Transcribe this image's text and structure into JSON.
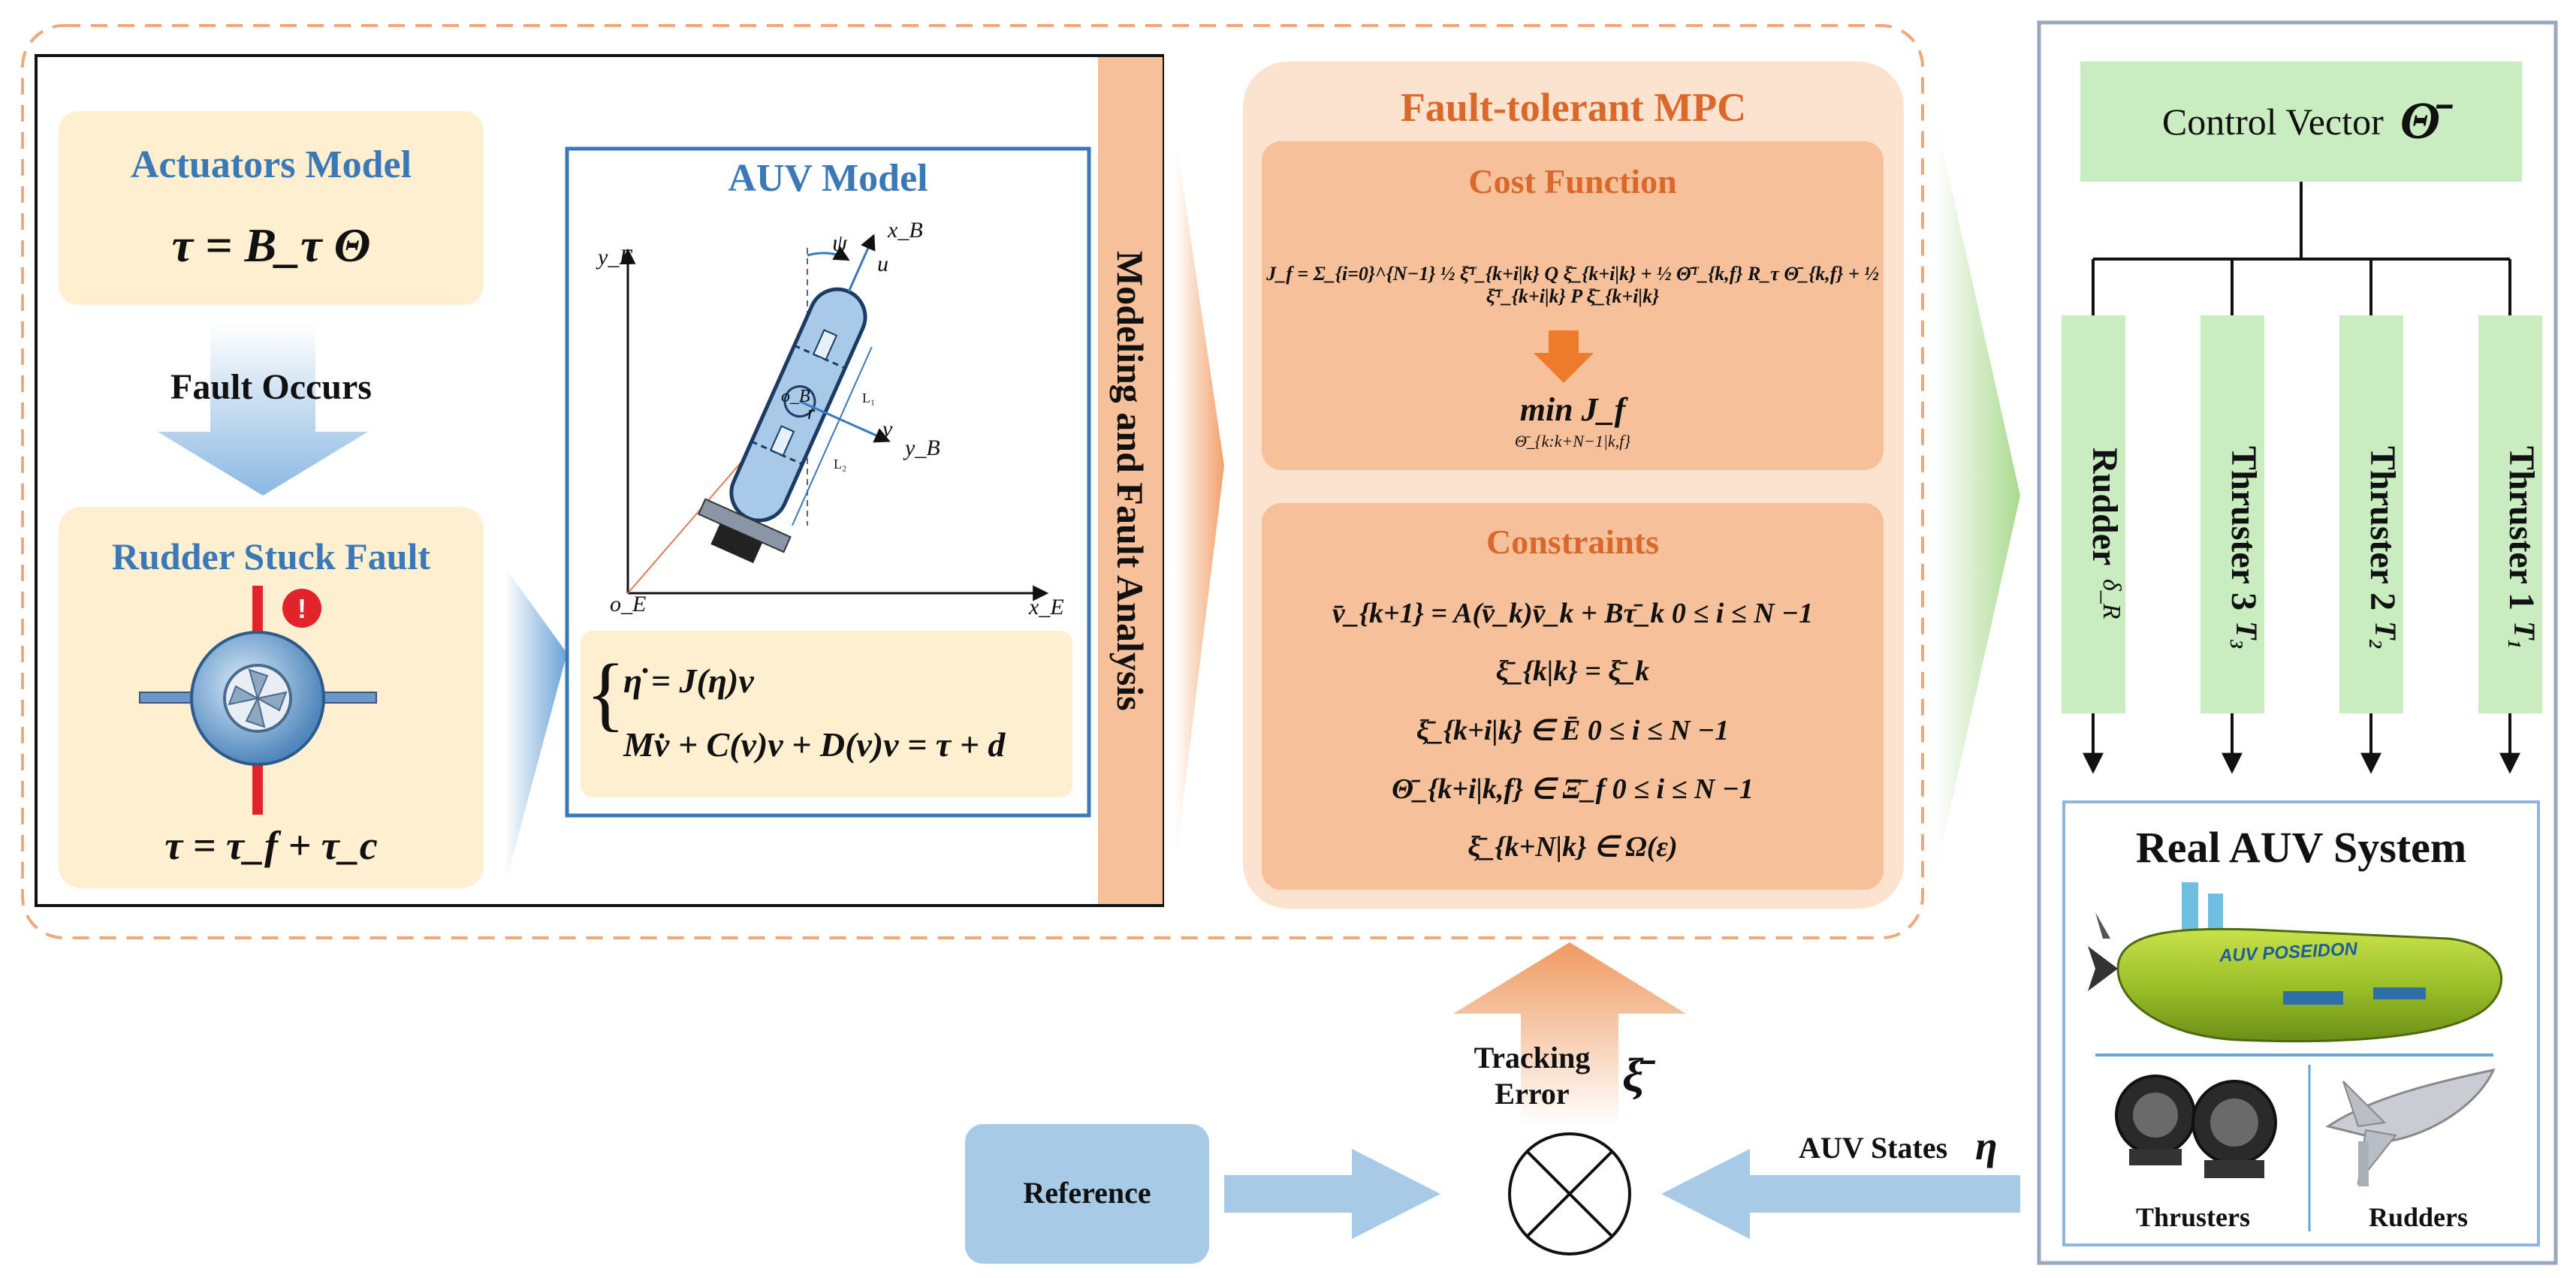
{
  "colors": {
    "orange_dash": "#f0a87a",
    "orange_panel": "#fbe3cf",
    "orange_box": "#f6c19a",
    "orange_title": "#d9682a",
    "cream": "#fdefcf",
    "blue_title": "#3a78b8",
    "green_box": "#c9ecc0",
    "green_arrow": "#c5e6b5",
    "light_blue": "#a7cbe6",
    "gray_frame": "#9aa8bd"
  },
  "left_panel": {
    "actuators_title": "Actuators Model",
    "actuators_eq": "τ = B_τ Θ",
    "fault_occurs": "Fault Occurs",
    "rudder_fault_title": "Rudder Stuck Fault",
    "rudder_fault_eq": "τ = τ_f + τ_c",
    "auv_model_title": "AUV Model",
    "axis_y": "y_E",
    "axis_x": "x_E",
    "axis_o": "o_E",
    "body_xb": "x_B",
    "body_yb": "y_B",
    "psi": "ψ",
    "u": "u",
    "v": "v",
    "r": "r",
    "o_b": "o_B",
    "l1": "L₁",
    "l2": "L₂",
    "eq1": "η̇ = J(η)v",
    "eq2": "Mv̇ + C(v)v + D(v)v = τ + d",
    "side_label": "Modeling and Fault Analysis"
  },
  "mpc": {
    "title": "Fault-tolerant MPC",
    "cost_title": "Cost Function",
    "cost_eq": "J_f = Σ_{i=0}^{N−1} ½ ξ̄ᵀ_{k+i|k} Q ξ̄_{k+i|k} + ½ Θ̄ᵀ_{k,f} R_τ Θ̄_{k,f} + ½ ξ̄ᵀ_{k+i|k} P ξ̄_{k+i|k}",
    "min_eq": "min J_f",
    "min_sub": "Θ̄_{k:k+N−1|k,f}",
    "constraints_title": "Constraints",
    "c1": "v̄_{k+1} = A(v̄_k)v̄_k + Bτ̄_k    0 ≤ i ≤ N −1",
    "c2": "ξ̄_{k|k} = ξ̄_k",
    "c3": "ξ̄_{k+i|k} ∈ Ē    0 ≤ i ≤ N −1",
    "c4": "Θ̄_{k+i|k,f} ∈ Ξ̄_f   0 ≤ i ≤ N −1",
    "c5": "ξ̄_{k+N|k} ∈ Ω(ε)"
  },
  "right_panel": {
    "control_vector": "Control Vector",
    "control_symbol": "Θ̄",
    "actuators": [
      {
        "name": "Rudder",
        "symbol": "δ_R"
      },
      {
        "name": "Thruster 3",
        "symbol": "T₃"
      },
      {
        "name": "Thruster 2",
        "symbol": "T₂"
      },
      {
        "name": "Thruster 1",
        "symbol": "T₁"
      }
    ],
    "real_auv_title": "Real AUV System",
    "auv_hull_text": "AUV POSEIDON",
    "thrusters_label": "Thrusters",
    "rudders_label": "Rudders"
  },
  "bottom": {
    "reference": "Reference",
    "tracking_error": "Tracking\nError",
    "tracking_symbol": "ξ̄",
    "auv_states": "AUV States",
    "auv_states_symbol": "η"
  }
}
